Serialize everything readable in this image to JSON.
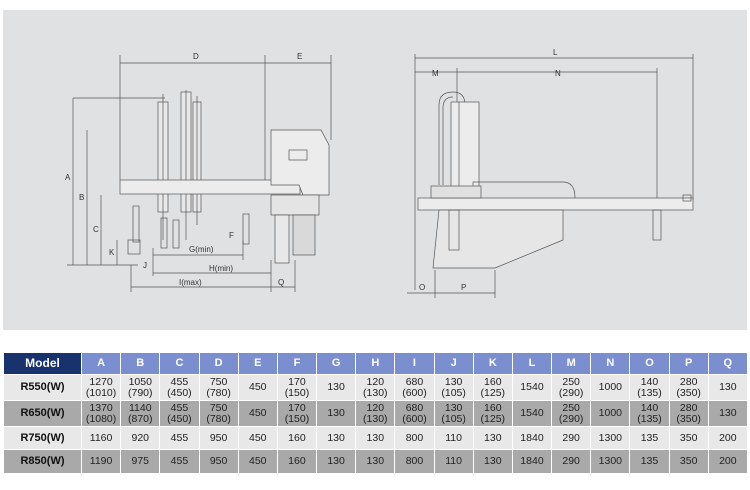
{
  "drawing": {
    "side_view_labels": {
      "A": "A",
      "B": "B",
      "C": "C",
      "D": "D",
      "E": "E",
      "F": "F",
      "G": "G(min)",
      "H": "H(min)",
      "I": "I(max)",
      "J": "J",
      "K": "K",
      "Q": "Q"
    },
    "front_view_labels": {
      "L": "L",
      "M": "M",
      "N": "N",
      "O": "O",
      "P": "P"
    }
  },
  "table": {
    "corner_header": "Model",
    "columns": [
      "A",
      "B",
      "C",
      "D",
      "E",
      "F",
      "G",
      "H",
      "I",
      "J",
      "K",
      "L",
      "M",
      "N",
      "O",
      "P",
      "Q"
    ],
    "rows": [
      {
        "model": "R550(W)",
        "cells": [
          [
            "1270",
            "(1010)"
          ],
          [
            "1050",
            "(790)"
          ],
          [
            "455",
            "(450)"
          ],
          [
            "750",
            "(780)"
          ],
          [
            "450"
          ],
          [
            "170",
            "(150)"
          ],
          [
            "130"
          ],
          [
            "120",
            "(130)"
          ],
          [
            "680",
            "(600)"
          ],
          [
            "130",
            "(105)"
          ],
          [
            "160",
            "(125)"
          ],
          [
            "1540"
          ],
          [
            "250",
            "(290)"
          ],
          [
            "1000"
          ],
          [
            "140",
            "(135)"
          ],
          [
            "280",
            "(350)"
          ],
          [
            "130"
          ]
        ]
      },
      {
        "model": "R650(W)",
        "cells": [
          [
            "1370",
            "(1080)"
          ],
          [
            "1140",
            "(870)"
          ],
          [
            "455",
            "(450)"
          ],
          [
            "750",
            "(780)"
          ],
          [
            "450"
          ],
          [
            "170",
            "(150)"
          ],
          [
            "130"
          ],
          [
            "120",
            "(130)"
          ],
          [
            "680",
            "(600)"
          ],
          [
            "130",
            "(105)"
          ],
          [
            "160",
            "(125)"
          ],
          [
            "1540"
          ],
          [
            "250",
            "(290)"
          ],
          [
            "1000"
          ],
          [
            "140",
            "(135)"
          ],
          [
            "280",
            "(350)"
          ],
          [
            "130"
          ]
        ]
      },
      {
        "model": "R750(W)",
        "cells": [
          [
            "1160"
          ],
          [
            "920"
          ],
          [
            "455"
          ],
          [
            "950"
          ],
          [
            "450"
          ],
          [
            "160"
          ],
          [
            "130"
          ],
          [
            "130"
          ],
          [
            "800"
          ],
          [
            "110"
          ],
          [
            "130"
          ],
          [
            "1840"
          ],
          [
            "290"
          ],
          [
            "1300"
          ],
          [
            "135"
          ],
          [
            "350"
          ],
          [
            "200"
          ]
        ]
      },
      {
        "model": "R850(W)",
        "cells": [
          [
            "1190"
          ],
          [
            "975"
          ],
          [
            "455"
          ],
          [
            "950"
          ],
          [
            "450"
          ],
          [
            "160"
          ],
          [
            "130"
          ],
          [
            "130"
          ],
          [
            "800"
          ],
          [
            "110"
          ],
          [
            "130"
          ],
          [
            "1840"
          ],
          [
            "290"
          ],
          [
            "1300"
          ],
          [
            "135"
          ],
          [
            "350"
          ],
          [
            "200"
          ]
        ]
      }
    ]
  }
}
